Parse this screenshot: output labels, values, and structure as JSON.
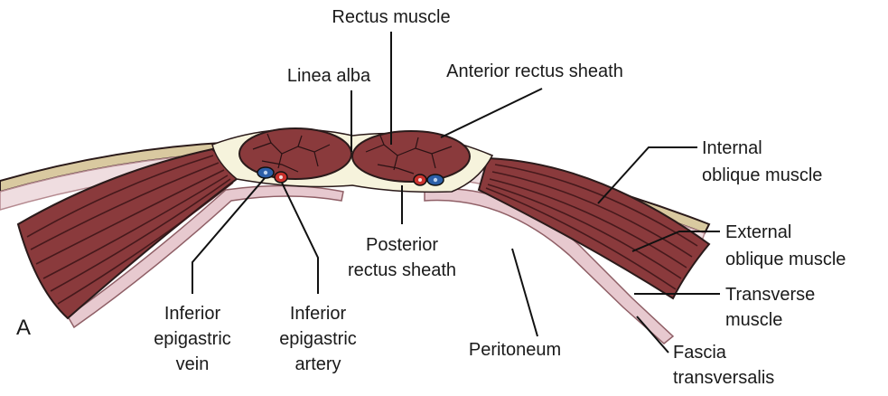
{
  "figure": {
    "panel_letter": "A",
    "labels": {
      "rectus_muscle": "Rectus muscle",
      "linea_alba": "Linea alba",
      "anterior_rectus_sheath": "Anterior rectus sheath",
      "internal_oblique": [
        "Internal",
        "oblique muscle"
      ],
      "external_oblique": [
        "External",
        "oblique muscle"
      ],
      "transverse_muscle": [
        "Transverse",
        "muscle"
      ],
      "fascia_transversalis": [
        "Fascia",
        "transversalis"
      ],
      "posterior_rectus_sheath": [
        "Posterior",
        "rectus sheath"
      ],
      "peritoneum": "Peritoneum",
      "inferior_epigastric_vein": [
        "Inferior",
        "epigastric",
        "vein"
      ],
      "inferior_epigastric_artery": [
        "Inferior",
        "epigastric",
        "artery"
      ]
    }
  },
  "colors": {
    "muscle": "#8a3a3c",
    "muscle_dark": "#5e2225",
    "sheath": "#f6f3dc",
    "skin_tan": "#d9c9a0",
    "fat_pink": "#efdde0",
    "peritoneum_pink": "#e7c9cf",
    "vein": "#2c5fa8",
    "artery": "#c8312c"
  }
}
